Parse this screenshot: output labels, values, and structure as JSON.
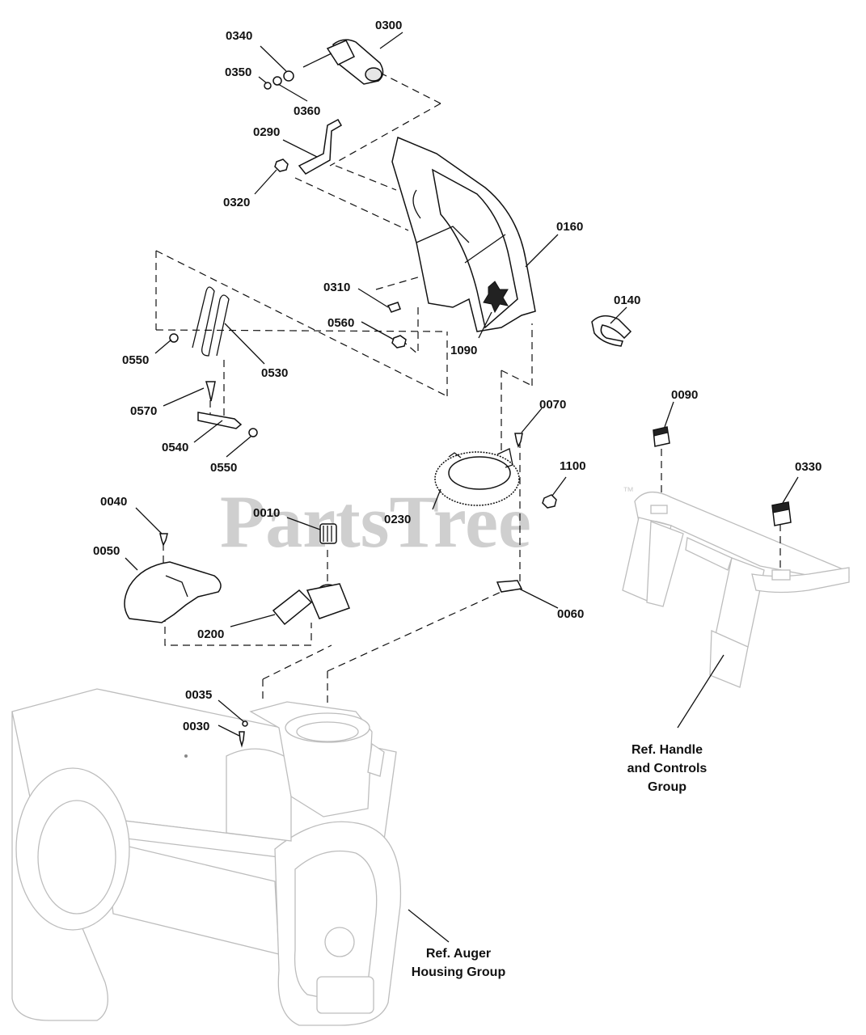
{
  "watermark": {
    "text": "PartsTree",
    "trademark": "™"
  },
  "part_labels": [
    {
      "id": "l0300",
      "text": "0300"
    },
    {
      "id": "l0340",
      "text": "0340"
    },
    {
      "id": "l0350",
      "text": "0350"
    },
    {
      "id": "l0360",
      "text": "0360"
    },
    {
      "id": "l0290",
      "text": "0290"
    },
    {
      "id": "l0320",
      "text": "0320"
    },
    {
      "id": "l0160",
      "text": "0160"
    },
    {
      "id": "l0310",
      "text": "0310"
    },
    {
      "id": "l0560",
      "text": "0560"
    },
    {
      "id": "l1090",
      "text": "1090"
    },
    {
      "id": "l0140",
      "text": "0140"
    },
    {
      "id": "l0550a",
      "text": "0550"
    },
    {
      "id": "l0530",
      "text": "0530"
    },
    {
      "id": "l0570",
      "text": "0570"
    },
    {
      "id": "l0540",
      "text": "0540"
    },
    {
      "id": "l0550b",
      "text": "0550"
    },
    {
      "id": "l0070",
      "text": "0070"
    },
    {
      "id": "l0090",
      "text": "0090"
    },
    {
      "id": "l1100",
      "text": "1100"
    },
    {
      "id": "l0330",
      "text": "0330"
    },
    {
      "id": "l0230",
      "text": "0230"
    },
    {
      "id": "l0040",
      "text": "0040"
    },
    {
      "id": "l0010",
      "text": "0010"
    },
    {
      "id": "l0050",
      "text": "0050"
    },
    {
      "id": "l0200",
      "text": "0200"
    },
    {
      "id": "l0060",
      "text": "0060"
    },
    {
      "id": "l0035",
      "text": "0035"
    },
    {
      "id": "l0030",
      "text": "0030"
    }
  ],
  "references": {
    "handle": [
      "Ref. Handle",
      "and Controls",
      "Group"
    ],
    "auger": [
      "Ref. Auger",
      "Housing Group"
    ]
  }
}
